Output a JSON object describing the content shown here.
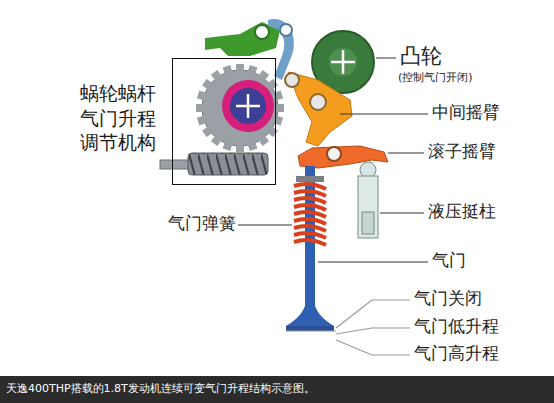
{
  "diagram": {
    "caption": "天逸400THP搭载的1.8T发动机连续可变气门升程结构示意图。",
    "nodes": [
      {
        "text": [
          "蜗轮蜗杆 气门升程 调节机构"
        ]
      }
    ],
    "labels": [
      "凸轮",
      "(控制气门开闭)",
      "中间摇臂",
      "滚子摇臂",
      "液压挺柱",
      "气门弹簧",
      "气门",
      "气门关闭",
      "气门低升程",
      "气门高升程"
    ]
  }
}
